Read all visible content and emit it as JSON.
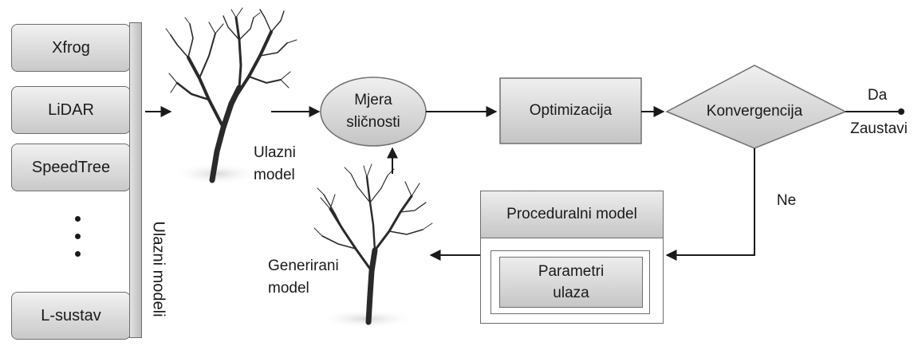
{
  "sources": [
    "Xfrog",
    "LiDAR",
    "SpeedTree",
    "L-sustav"
  ],
  "sources_group_label": "Ulazni modeli",
  "input_tree_label": [
    "Ulazni",
    "model"
  ],
  "similarity_node": [
    "Mjera",
    "sličnosti"
  ],
  "optimization_node": "Optimizacija",
  "convergence_node": "Konvergencija",
  "yes_label": "Da",
  "stop_label": "Zaustavi",
  "no_label": "Ne",
  "procedural_model_label": "Proceduralni model",
  "input_params_label": [
    "Parametri",
    "ulaza"
  ],
  "generated_tree_label": [
    "Generirani",
    "model"
  ]
}
